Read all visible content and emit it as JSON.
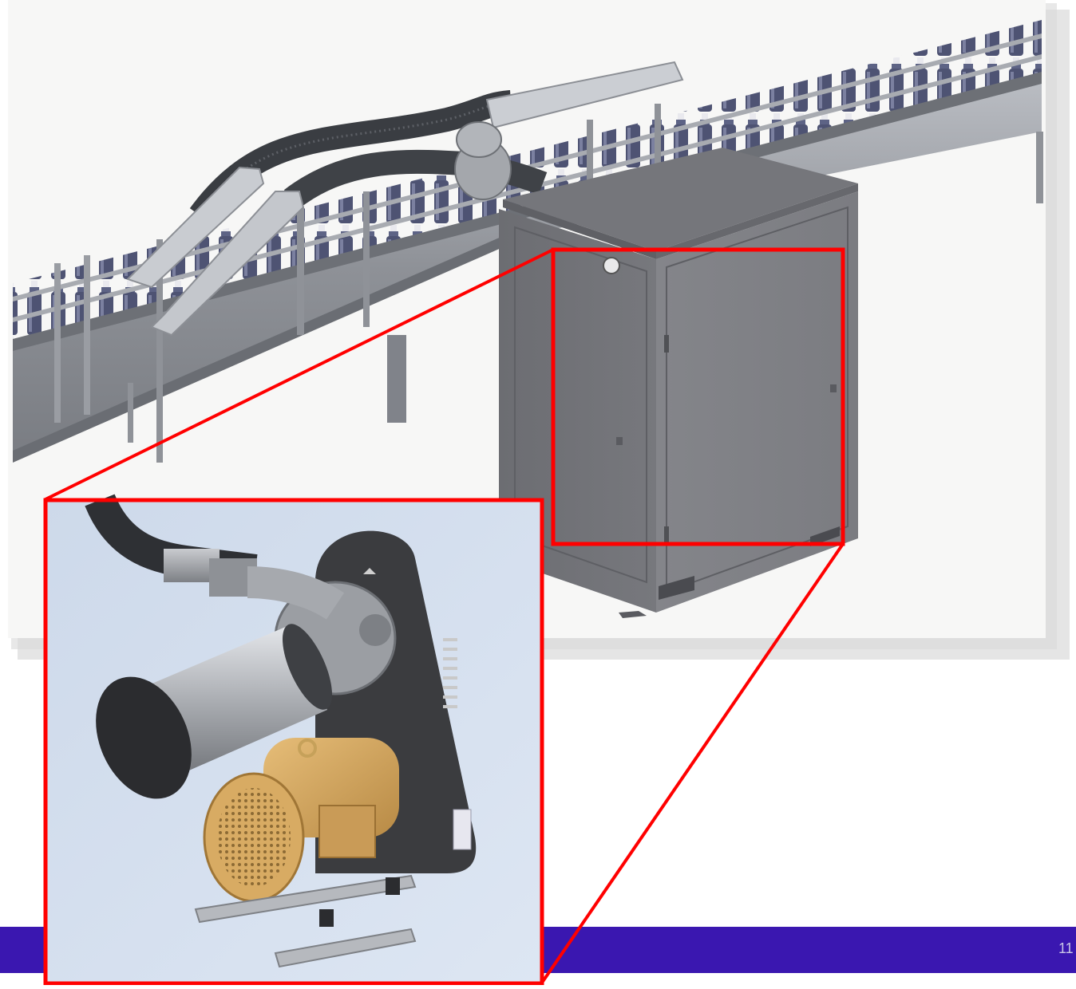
{
  "slide": {
    "page_number": "11",
    "bottom_bar_color": "#3a17b0",
    "callout_border_color": "#ff0000"
  },
  "scene": {
    "main_image": "bottle-conveyor-with-blower-enclosure",
    "inset_image": "blower-motor-closeup",
    "enclosure_color": "#7f8085",
    "motor_color": "#d8ab63",
    "inset_background": "#d6e2f2"
  }
}
